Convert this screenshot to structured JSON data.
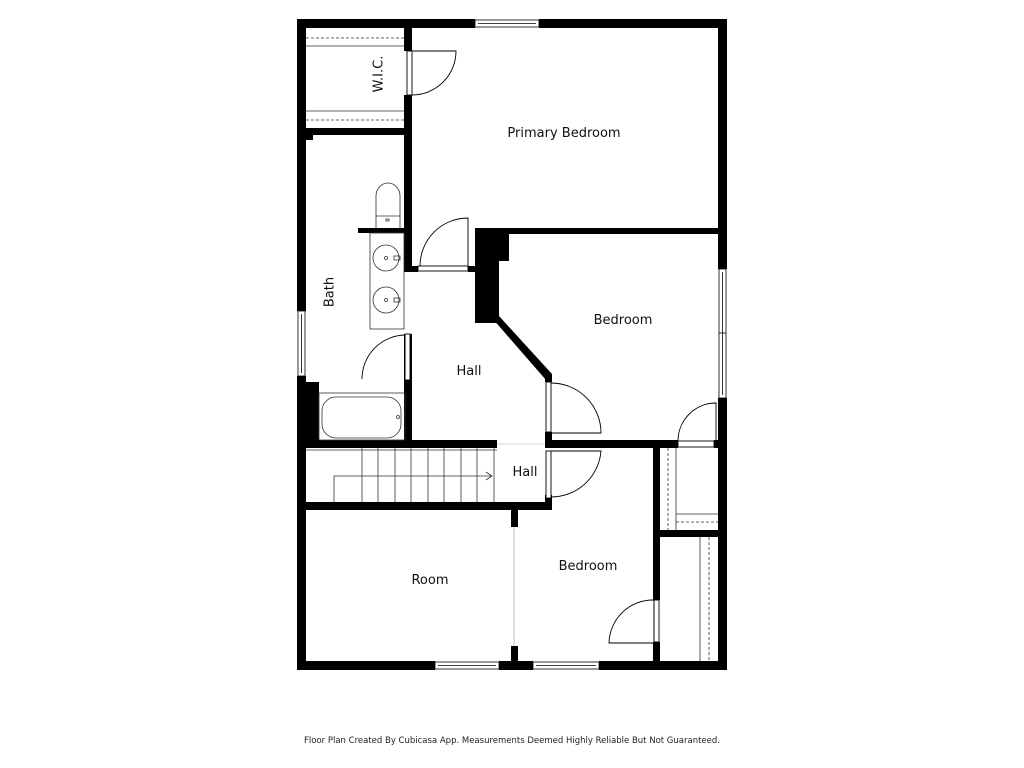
{
  "floor_plan": {
    "rooms": [
      {
        "id": "wic",
        "label": "W.I.C."
      },
      {
        "id": "primary-bedroom",
        "label": "Primary Bedroom"
      },
      {
        "id": "bath",
        "label": "Bath"
      },
      {
        "id": "hall-upper",
        "label": "Hall"
      },
      {
        "id": "bedroom-east",
        "label": "Bedroom"
      },
      {
        "id": "hall-stair",
        "label": "Hall"
      },
      {
        "id": "room",
        "label": "Room"
      },
      {
        "id": "bedroom-south",
        "label": "Bedroom"
      }
    ]
  },
  "footer": {
    "disclaimer": "Floor Plan Created By Cubicasa App. Measurements Deemed Highly Reliable But Not Guaranteed."
  },
  "colors": {
    "wall": "#000000",
    "background": "#ffffff",
    "fixture_line": "#333333"
  }
}
